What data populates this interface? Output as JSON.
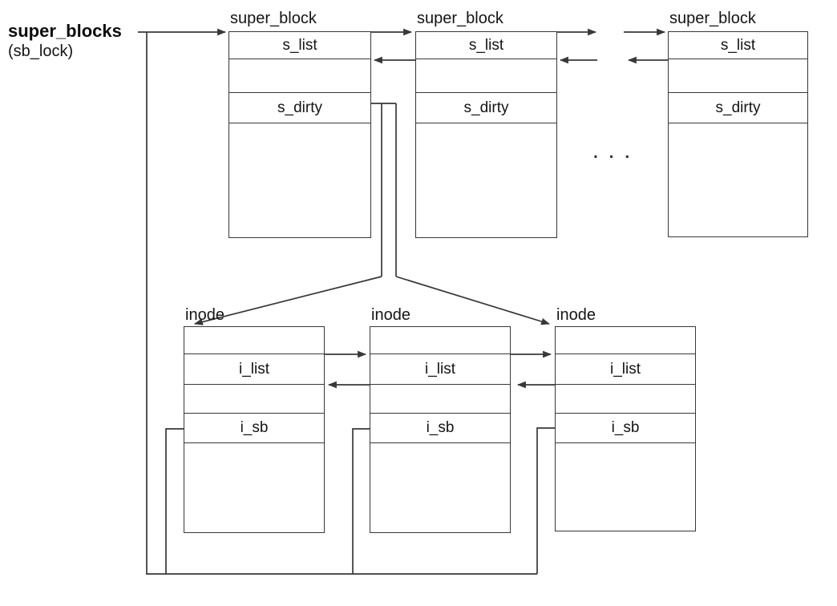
{
  "colors": {
    "line": "#383838",
    "text": "#141414",
    "background": "#ffffff"
  },
  "entry": {
    "label": "super_blocks",
    "lock": "(sb_lock)"
  },
  "ellipsis": ". . .",
  "super_block_nodes": [
    {
      "title": "super_block",
      "s_list": "s_list",
      "s_dirty": "s_dirty"
    },
    {
      "title": "super_block",
      "s_list": "s_list",
      "s_dirty": "s_dirty"
    },
    {
      "title": "super_block",
      "s_list": "s_list",
      "s_dirty": "s_dirty"
    }
  ],
  "inode_nodes": [
    {
      "title": "inode",
      "i_list": "i_list",
      "i_sb": "i_sb"
    },
    {
      "title": "inode",
      "i_list": "i_list",
      "i_sb": "i_sb"
    },
    {
      "title": "inode",
      "i_list": "i_list",
      "i_sb": "i_sb"
    }
  ]
}
